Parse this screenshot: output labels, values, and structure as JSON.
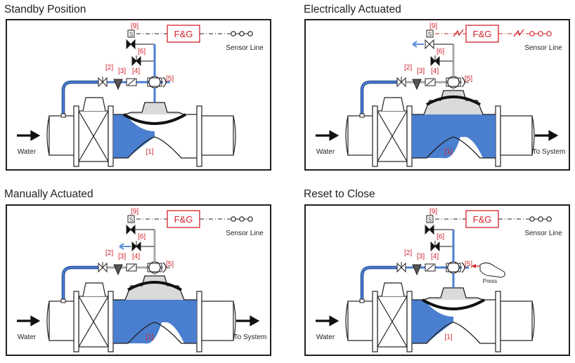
{
  "panels": [
    {
      "title": "Standby Position",
      "mode": "standby",
      "controller": "F&G",
      "sensor_line": "Sensor Line",
      "inlet_label": "Water",
      "outlet_label": "",
      "solenoid": "S",
      "press_label": "",
      "callouts": [
        "[9]",
        "[6]",
        "[2]",
        "[3]",
        "[4]",
        "[5]",
        "[1]"
      ]
    },
    {
      "title": "Electrically Actuated",
      "mode": "electric",
      "controller": "F&G",
      "sensor_line": "Sensor Line",
      "inlet_label": "Water",
      "outlet_label": "To System",
      "solenoid": "S",
      "press_label": "",
      "callouts": [
        "[9]",
        "[6]",
        "[2]",
        "[3]",
        "[4]",
        "[5]",
        "[1]"
      ]
    },
    {
      "title": "Manually Actuated",
      "mode": "manual",
      "controller": "F&G",
      "sensor_line": "Sensor Line",
      "inlet_label": "Water",
      "outlet_label": "To System",
      "solenoid": "S",
      "press_label": "",
      "callouts": [
        "[9]",
        "[6]",
        "[2]",
        "[3]",
        "[4]",
        "[5]",
        "[1]"
      ]
    },
    {
      "title": "Reset to Close",
      "mode": "reset",
      "controller": "F&G",
      "sensor_line": "Sensor Line",
      "inlet_label": "Water",
      "outlet_label": "",
      "solenoid": "S",
      "press_label": "Press",
      "callouts": [
        "[9]",
        "[6]",
        "[2]",
        "[3]",
        "[4]",
        "[5]",
        "[1]"
      ]
    }
  ],
  "colors": {
    "water": "#4a7fd0",
    "water_line": "#1f5bb8",
    "callout": "#d2232a",
    "outline": "#231f20",
    "gray_pipe": "#a7a9ac",
    "drain_arrow": "#5b8fd9"
  }
}
